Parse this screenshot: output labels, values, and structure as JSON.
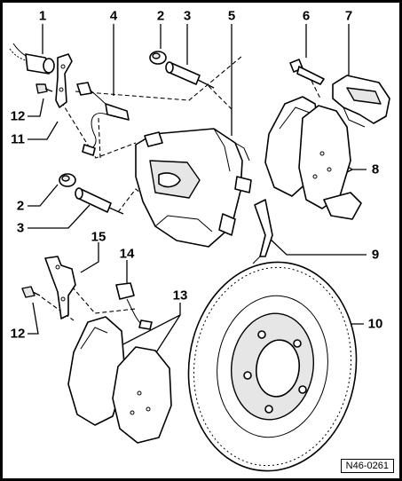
{
  "labels": {
    "n1": "1",
    "n2a": "2",
    "n2b": "2",
    "n3a": "3",
    "n3b": "3",
    "n4": "4",
    "n5": "5",
    "n6": "6",
    "n7": "7",
    "n8": "8",
    "n9": "9",
    "n10": "10",
    "n11": "11",
    "n12a": "12",
    "n12b": "12",
    "n13": "13",
    "n14": "14",
    "n15": "15"
  },
  "figure_ref": "N46-0261"
}
